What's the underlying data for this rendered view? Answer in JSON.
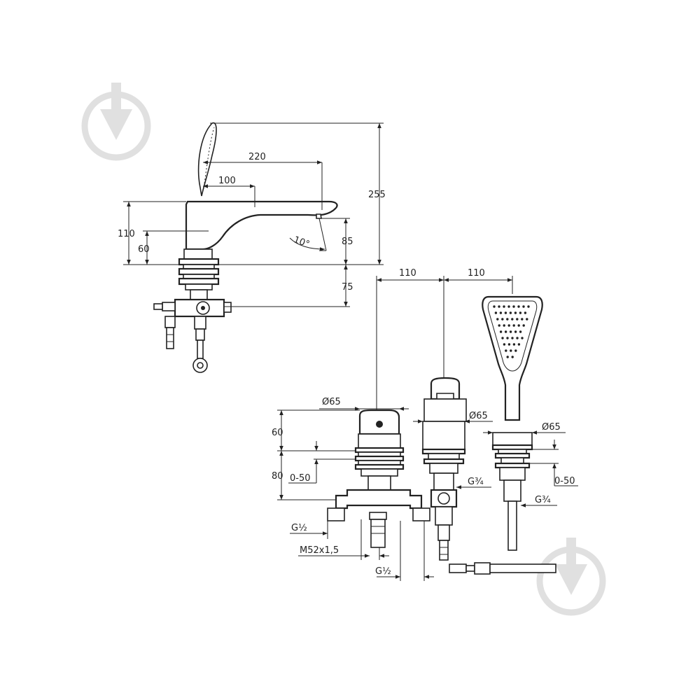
{
  "dimensions": {
    "top_view": {
      "total_height": "255",
      "spout_reach": "220",
      "handle_offset": "100",
      "body_height": "110",
      "lever_height": "60",
      "spout_height": "85",
      "spout_angle": "10°",
      "below_deck": "75"
    },
    "front_view": {
      "spacing_left": "110",
      "spacing_right": "110",
      "diameter_mixer": "Ø65",
      "diameter_spout": "Ø65",
      "diameter_shower": "Ø65",
      "cap_height": "60",
      "body_height": "80",
      "deck_range_left": "0-50",
      "deck_range_right": "0-50",
      "thread_g34_spout": "G¾",
      "thread_g34_shower": "G¾",
      "inlet_thread_left": "G½",
      "mount_thread": "M52x1,5",
      "inlet_thread_bottom": "G½"
    }
  },
  "watermark": {
    "icon": "drop-pin-logo-icon",
    "color": "#e0e0e0"
  }
}
